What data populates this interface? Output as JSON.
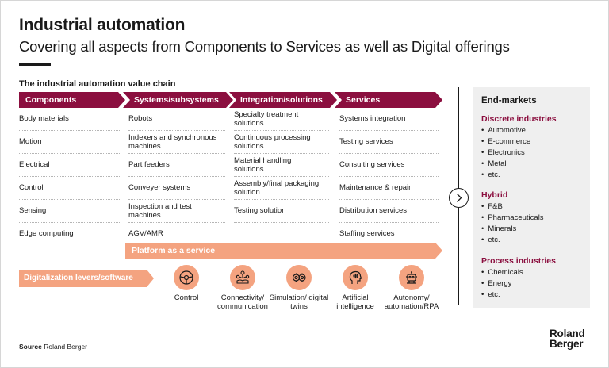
{
  "header": {
    "title": "Industrial automation",
    "subtitle": "Covering all aspects from Components to Services as well as Digital offerings"
  },
  "value_chain": {
    "title": "The industrial automation value chain",
    "stages": [
      {
        "label": "Components",
        "items": [
          "Body materials",
          "Motion",
          "Electrical",
          "Control",
          "Sensing",
          "Edge computing"
        ]
      },
      {
        "label": "Systems/subsystems",
        "items": [
          "Robots",
          "Indexers and synchronous machines",
          "Part feeders",
          "Conveyer systems",
          "Inspection and test machines",
          "AGV/AMR"
        ]
      },
      {
        "label": "Integration/solutions",
        "items": [
          "Specialty treatment solutions",
          "Continuous processing solutions",
          "Material handling solutions",
          "Assembly/final packaging solution",
          "Testing solution"
        ]
      },
      {
        "label": "Services",
        "items": [
          "Systems integration",
          "Testing services",
          "Consulting services",
          "Maintenance & repair",
          "Distribution services",
          "Staffing services"
        ]
      }
    ],
    "platform_label": "Platform as a service",
    "digital_label": "Digitalization levers/software",
    "levers": [
      {
        "icon": "steering-wheel-icon",
        "label": "Control"
      },
      {
        "icon": "network-hand-icon",
        "label": "Connectivity/ communication"
      },
      {
        "icon": "gears-icon",
        "label": "Simulation/ digital twins"
      },
      {
        "icon": "brain-head-icon",
        "label": "Artificial intelligence"
      },
      {
        "icon": "robot-icon",
        "label": "Autonomy/ automation/RPA"
      }
    ]
  },
  "end_markets": {
    "title": "End-markets",
    "categories": [
      {
        "name": "Discrete industries",
        "items": [
          "Automotive",
          "E-commerce",
          "Electronics",
          "Metal",
          "etc."
        ]
      },
      {
        "name": "Hybrid",
        "items": [
          "F&B",
          "Pharmaceuticals",
          "Minerals",
          "etc."
        ]
      },
      {
        "name": "Process industries",
        "items": [
          "Chemicals",
          "Energy",
          "etc."
        ]
      }
    ]
  },
  "footer": {
    "source_label": "Source",
    "source_text": "Roland Berger",
    "logo_line1": "Roland",
    "logo_line2": "Berger"
  },
  "colors": {
    "primary": "#8b0f3f",
    "accent": "#f4a380",
    "panel": "#efefef"
  }
}
